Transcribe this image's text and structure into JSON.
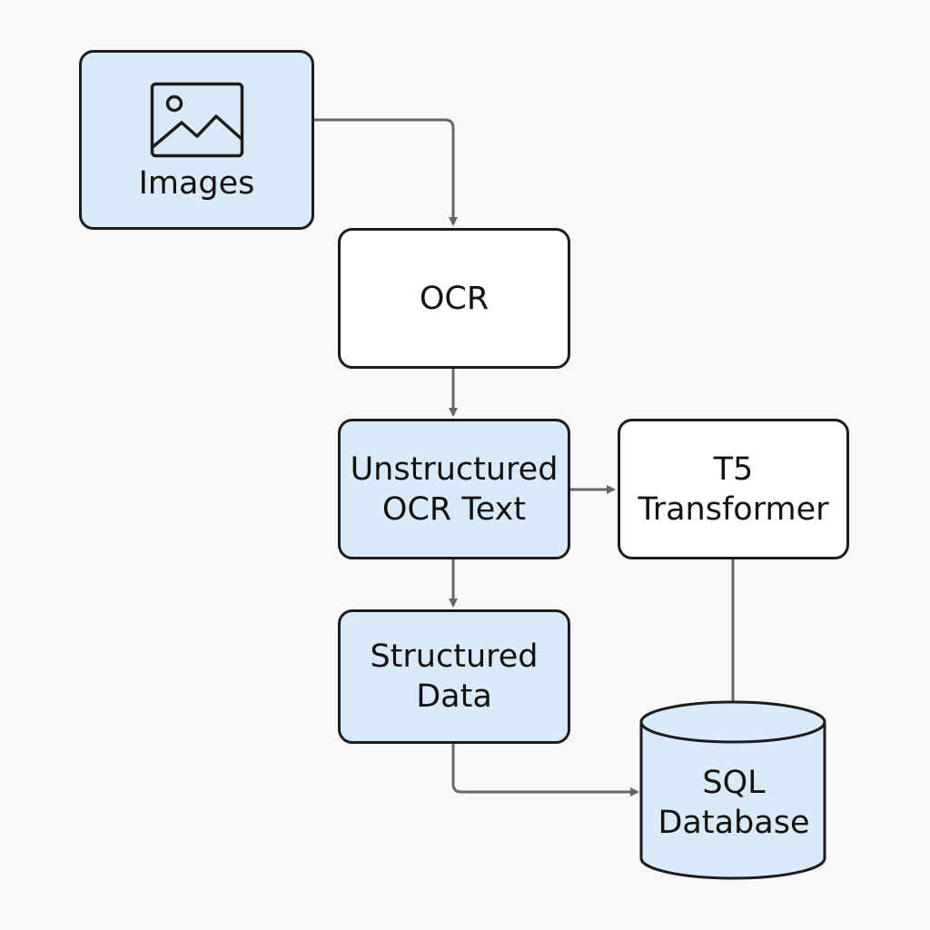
{
  "nodes": {
    "images": {
      "label": "Images",
      "icon": "image-icon"
    },
    "ocr": {
      "label": "OCR"
    },
    "unstructured": {
      "lines": [
        "Unstructured",
        "OCR Text"
      ]
    },
    "t5": {
      "lines": [
        "T5",
        "Transformer"
      ]
    },
    "structured": {
      "lines": [
        "Structured",
        "Data"
      ]
    },
    "database": {
      "lines": [
        "SQL",
        "Database"
      ],
      "icon": "database-cylinder"
    }
  },
  "edges": [
    {
      "from": "images",
      "to": "ocr",
      "arrow": true
    },
    {
      "from": "ocr",
      "to": "unstructured",
      "arrow": true
    },
    {
      "from": "unstructured",
      "to": "t5",
      "arrow": true
    },
    {
      "from": "unstructured",
      "to": "structured",
      "arrow": true
    },
    {
      "from": "t5",
      "to": "database",
      "arrow": false
    },
    {
      "from": "structured",
      "to": "database",
      "arrow": true
    }
  ],
  "colors": {
    "node_blue": "#d9ebfb",
    "node_white": "#ffffff",
    "border": "#1c1c1c",
    "connector": "#666666",
    "background": "#f8f8f8"
  }
}
